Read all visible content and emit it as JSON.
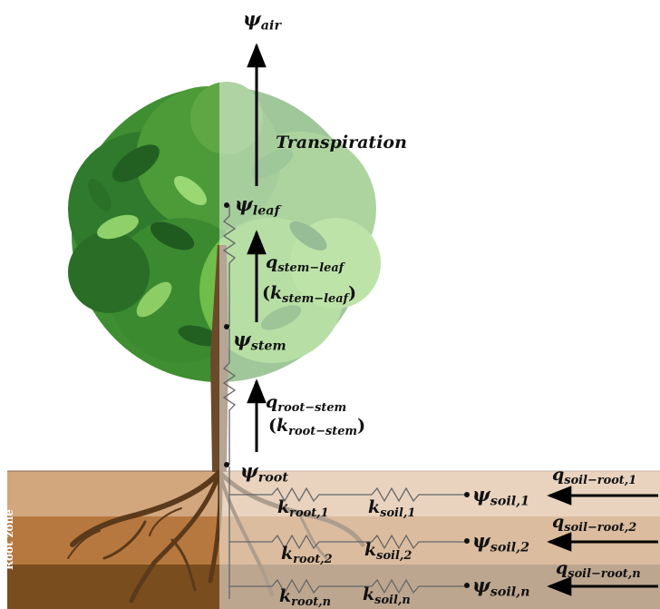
{
  "labels": {
    "psi_symbol": "ψ",
    "air": "air",
    "leaf": "leaf",
    "stem": "stem",
    "root": "root",
    "soil_1": "soil,1",
    "soil_2": "soil,2",
    "soil_n": "soil,n",
    "transpiration": "Transpiration",
    "q_symbol": "q",
    "k_symbol": "k",
    "stem_leaf": "stem−leaf",
    "root_stem": "root−stem",
    "root_1": "root,1",
    "root_2": "root,2",
    "root_n": "root,n",
    "k_soil_1": "soil,1",
    "k_soil_2": "soil,2",
    "k_soil_n": "soil,n",
    "soil_root_1": "soil−root,1",
    "soil_root_2": "soil−root,2",
    "soil_root_n": "soil−root,n",
    "open_paren": "(",
    "close_paren": ")",
    "root_zone": "Root zone"
  },
  "colors": {
    "soil_top": "#d2a77e",
    "soil_mid": "#b7783f",
    "soil_bottom": "#7a4d1f",
    "foliage_dark": "#2f7a2c",
    "foliage_light": "#6fbd4a",
    "trunk": "#6b4a2a",
    "overlay": "#ffffff",
    "arrow": "#000000"
  }
}
